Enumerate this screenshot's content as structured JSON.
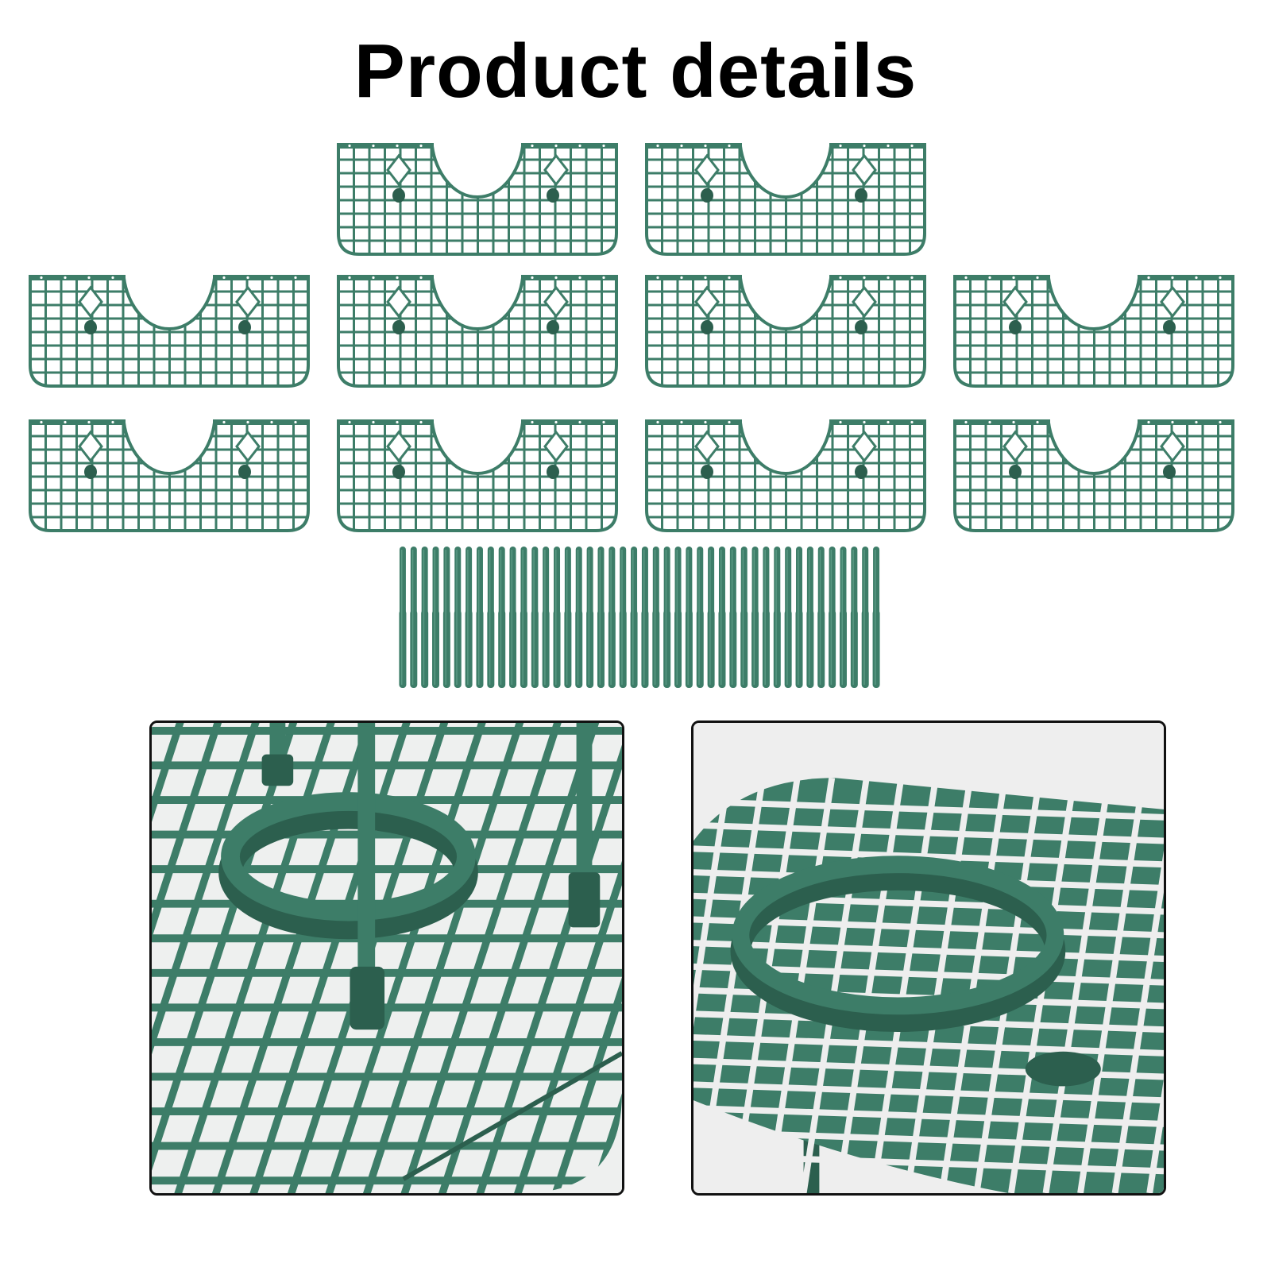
{
  "title": "Product details",
  "colors": {
    "plastic": "#3d7d68",
    "plastic_dark": "#2c5f4e",
    "plastic_light": "#5a9a84",
    "background": "#ffffff",
    "frame": "#111111"
  },
  "panels": {
    "count": 10,
    "rows": [
      2,
      4,
      4
    ],
    "item_name": "grid-support-panel"
  },
  "rods": {
    "count": 44,
    "item_name": "connecting-rod"
  },
  "detail_views": [
    {
      "name": "closeup-assembled-ring-with-rods"
    },
    {
      "name": "closeup-ring-and-grid-side-view"
    }
  ]
}
